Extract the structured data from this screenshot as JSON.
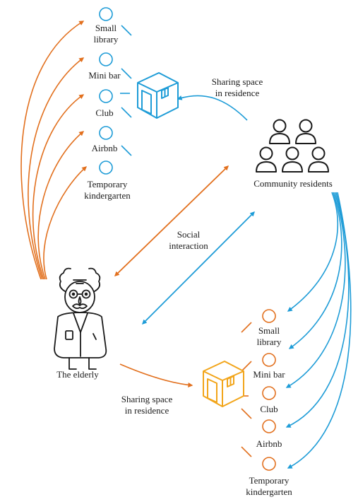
{
  "colors": {
    "orange": "#E2701E",
    "blue": "#1E9CD7",
    "box_orange": "#F2A51A",
    "ink": "#1a1a1a"
  },
  "icons": {
    "elderly": "elderly-person-icon",
    "residents": "community-residents-icon",
    "space_blue": "shared-space-cube-icon",
    "space_orange": "shared-space-cube-icon"
  },
  "top_list": {
    "items": [
      {
        "line1": "Small",
        "line2": "library"
      },
      {
        "line1": "Mini bar",
        "line2": ""
      },
      {
        "line1": "Club",
        "line2": ""
      },
      {
        "line1": "Airbnb",
        "line2": ""
      },
      {
        "line1": "Temporary",
        "line2": "kindergarten"
      }
    ]
  },
  "bottom_list": {
    "items": [
      {
        "line1": "Small",
        "line2": "library"
      },
      {
        "line1": "Mini bar",
        "line2": ""
      },
      {
        "line1": "Club",
        "line2": ""
      },
      {
        "line1": "Airbnb",
        "line2": ""
      },
      {
        "line1": "Temporary",
        "line2": "kindergarten"
      }
    ]
  },
  "labels": {
    "sharing_top_line1": "Sharing space",
    "sharing_top_line2": "in residence",
    "community": "Community residents",
    "social_line1": "Social",
    "social_line2": "interaction",
    "elderly": "The elderly",
    "sharing_bottom_line1": "Sharing space",
    "sharing_bottom_line2": "in residence"
  }
}
